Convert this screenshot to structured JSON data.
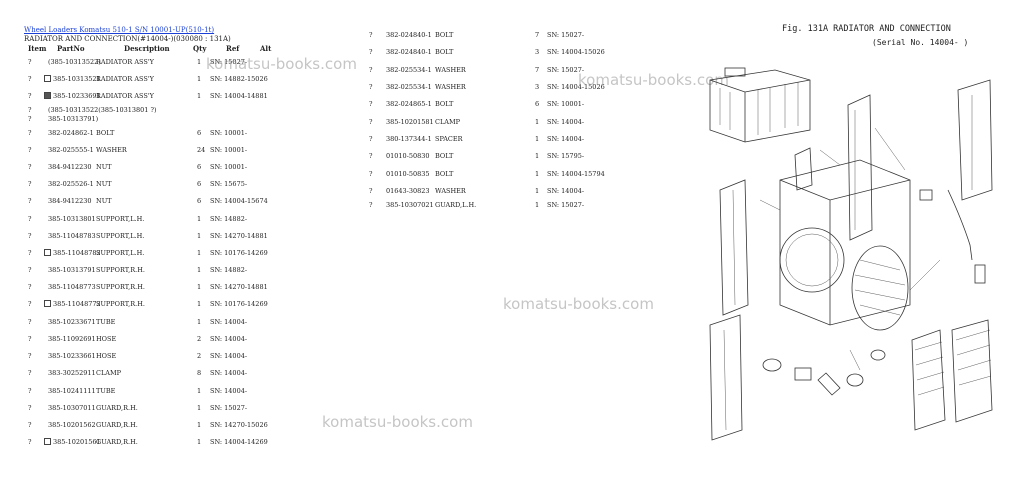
{
  "breadcrumb": "Wheel Loaders Komatsu 510-1 S/N 10001-UP(510-1t)",
  "subtitle": "RADIATOR AND CONNECTION(#14004-)(030080 : 131A)",
  "table_headers": {
    "item": "Item",
    "part": "PartNo",
    "desc": "Description",
    "qty": "Qty",
    "ref": "Ref",
    "alt": "Alt"
  },
  "col1": [
    {
      "item": "?",
      "part": "(385-10313522)",
      "desc": "RADIATOR ASS'Y",
      "qty": "1",
      "ref": "SN: 15027-",
      "mark": ""
    },
    {
      "item": "?",
      "part": "385-10313521",
      "desc": "RADIATOR ASS'Y",
      "qty": "1",
      "ref": "SN: 14882-15026",
      "mark": "box"
    },
    {
      "item": "?",
      "part": "385-10233691",
      "desc": "RADIATOR ASS'Y",
      "qty": "1",
      "ref": "SN: 14004-14881",
      "mark": "filled"
    },
    {
      "item": "?",
      "part": "(385-10313522(385-10313801 ?)",
      "desc": "",
      "qty": "",
      "ref": "",
      "mark": ""
    },
    {
      "item": "?",
      "part": "385-10313791)",
      "desc": "",
      "qty": "",
      "ref": "",
      "mark": ""
    },
    {
      "item": "?",
      "part": "382-024862-1",
      "desc": "BOLT",
      "qty": "6",
      "ref": "SN: 10001-",
      "mark": ""
    },
    {
      "item": "?",
      "part": "382-025555-1",
      "desc": "WASHER",
      "qty": "24",
      "ref": "SN: 10001-",
      "mark": ""
    },
    {
      "item": "?",
      "part": "384-9412230",
      "desc": "NUT",
      "qty": "6",
      "ref": "SN: 10001-",
      "mark": ""
    },
    {
      "item": "?",
      "part": "382-025526-1",
      "desc": "NUT",
      "qty": "6",
      "ref": "SN: 15675-",
      "mark": ""
    },
    {
      "item": "?",
      "part": "384-9412230",
      "desc": "NUT",
      "qty": "6",
      "ref": "SN: 14004-15674",
      "mark": ""
    },
    {
      "item": "?",
      "part": "385-10313801",
      "desc": "SUPPORT,L.H.",
      "qty": "1",
      "ref": "SN: 14882-",
      "mark": ""
    },
    {
      "item": "?",
      "part": "385-11048783",
      "desc": "SUPPORT,L.H.",
      "qty": "1",
      "ref": "SN: 14270-14881",
      "mark": ""
    },
    {
      "item": "?",
      "part": "385-11048782",
      "desc": "SUPPORT,L.H.",
      "qty": "1",
      "ref": "SN: 10176-14269",
      "mark": "box"
    },
    {
      "item": "?",
      "part": "385-10313791",
      "desc": "SUPPORT,R.H.",
      "qty": "1",
      "ref": "SN: 14882-",
      "mark": ""
    },
    {
      "item": "?",
      "part": "385-11048773",
      "desc": "SUPPORT,R.H.",
      "qty": "1",
      "ref": "SN: 14270-14881",
      "mark": ""
    },
    {
      "item": "?",
      "part": "385-11048772",
      "desc": "SUPPORT,R.H.",
      "qty": "1",
      "ref": "SN: 10176-14269",
      "mark": "box"
    },
    {
      "item": "?",
      "part": "385-10233671",
      "desc": "TUBE",
      "qty": "1",
      "ref": "SN: 14004-",
      "mark": ""
    },
    {
      "item": "?",
      "part": "385-11092691",
      "desc": "HOSE",
      "qty": "2",
      "ref": "SN: 14004-",
      "mark": ""
    },
    {
      "item": "?",
      "part": "385-10233661",
      "desc": "HOSE",
      "qty": "2",
      "ref": "SN: 14004-",
      "mark": ""
    },
    {
      "item": "?",
      "part": "383-30252911",
      "desc": "CLAMP",
      "qty": "8",
      "ref": "SN: 14004-",
      "mark": ""
    },
    {
      "item": "?",
      "part": "385-10241111",
      "desc": "TUBE",
      "qty": "1",
      "ref": "SN: 14004-",
      "mark": ""
    },
    {
      "item": "?",
      "part": "385-10307011",
      "desc": "GUARD,R.H.",
      "qty": "1",
      "ref": "SN: 15027-",
      "mark": ""
    },
    {
      "item": "?",
      "part": "385-10201562",
      "desc": "GUARD,R.H.",
      "qty": "1",
      "ref": "SN: 14270-15026",
      "mark": ""
    },
    {
      "item": "?",
      "part": "385-10201561",
      "desc": "GUARD,R.H.",
      "qty": "1",
      "ref": "SN: 14004-14269",
      "mark": "box"
    }
  ],
  "col2": [
    {
      "item": "?",
      "part": "382-024840-1",
      "desc": "BOLT",
      "qty": "7",
      "ref": "SN: 15027-"
    },
    {
      "item": "?",
      "part": "382-024840-1",
      "desc": "BOLT",
      "qty": "3",
      "ref": "SN: 14004-15026"
    },
    {
      "item": "?",
      "part": "382-025534-1",
      "desc": "WASHER",
      "qty": "7",
      "ref": "SN: 15027-"
    },
    {
      "item": "?",
      "part": "382-025534-1",
      "desc": "WASHER",
      "qty": "3",
      "ref": "SN: 14004-15026"
    },
    {
      "item": "?",
      "part": "382-024865-1",
      "desc": "BOLT",
      "qty": "6",
      "ref": "SN: 10001-"
    },
    {
      "item": "?",
      "part": "385-10201581",
      "desc": "CLAMP",
      "qty": "1",
      "ref": "SN: 14004-"
    },
    {
      "item": "?",
      "part": "380-137344-1",
      "desc": "SPACER",
      "qty": "1",
      "ref": "SN: 14004-"
    },
    {
      "item": "?",
      "part": "01010-50830",
      "desc": "BOLT",
      "qty": "1",
      "ref": "SN: 15795-"
    },
    {
      "item": "?",
      "part": "01010-50835",
      "desc": "BOLT",
      "qty": "1",
      "ref": "SN: 14004-15794"
    },
    {
      "item": "?",
      "part": "01643-30823",
      "desc": "WASHER",
      "qty": "1",
      "ref": "SN: 14004-"
    },
    {
      "item": "?",
      "part": "385-10307021",
      "desc": "GUARD,L.H.",
      "qty": "1",
      "ref": "SN: 15027-"
    }
  ],
  "watermark": "komatsu-books.com",
  "figure": {
    "title": "Fig. 131A RADIATOR AND CONNECTION",
    "serial": "(Serial No. 14004- )"
  }
}
